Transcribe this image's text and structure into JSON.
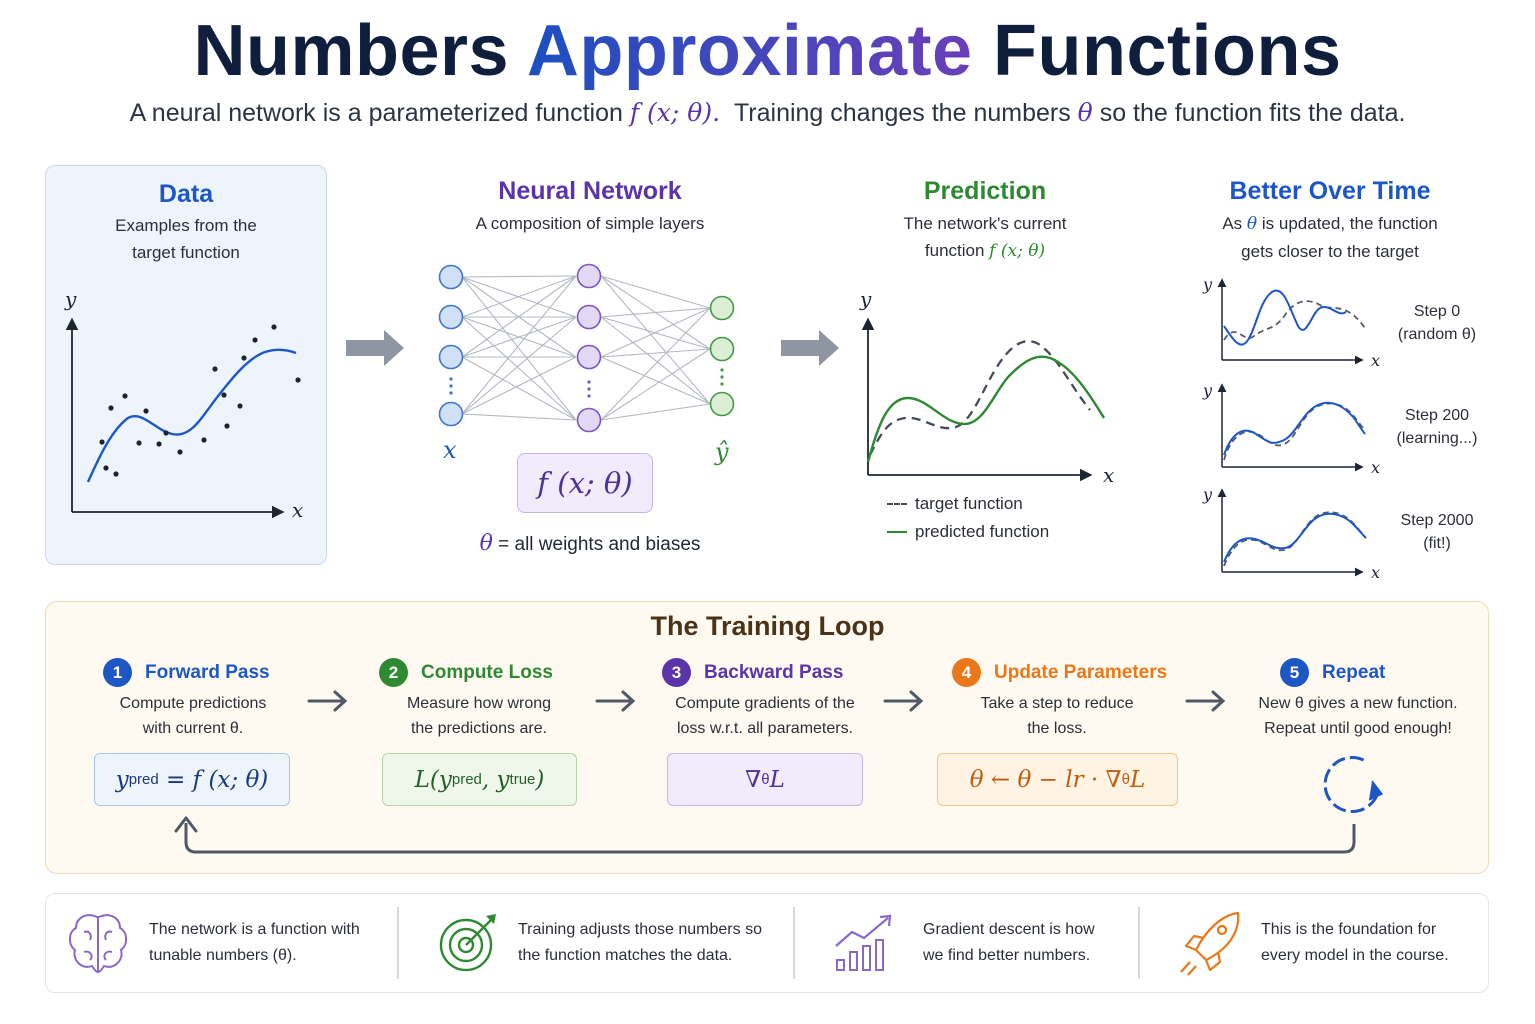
{
  "header": {
    "title_part1": "Numbers",
    "title_part2": "Approximate",
    "title_part3": "Functions",
    "subtitle_a": "A neural network is a parameterized function",
    "subtitle_func": "f (x; θ).",
    "subtitle_b": "Training changes the numbers",
    "subtitle_theta": "θ",
    "subtitle_c": "so the function fits the data."
  },
  "panels": {
    "data": {
      "title": "Data",
      "desc1": "Examples from the",
      "desc2": "target function",
      "x_axis": "x",
      "y_axis": "y"
    },
    "network": {
      "title": "Neural Network",
      "desc": "A composition of simple layers",
      "input_label": "x",
      "output_label": "ŷ",
      "formula": "f (x; θ)",
      "theta_symbol": "θ",
      "theta_eq": "= all weights and biases"
    },
    "prediction": {
      "title": "Prediction",
      "desc1": "The network's current",
      "desc2_a": "function",
      "desc2_func": "f (x; θ)",
      "x_axis": "x",
      "y_axis": "y",
      "legend_target": "target function",
      "legend_pred": "predicted function"
    },
    "better": {
      "title": "Better Over Time",
      "desc1_a": "As",
      "desc1_theta": "θ",
      "desc1_b": "is updated, the function",
      "desc2": "gets closer to the target",
      "x_axis": "x",
      "y_axis": "y",
      "steps": [
        {
          "line1": "Step 0",
          "line2": "(random θ)"
        },
        {
          "line1": "Step 200",
          "line2": "(learning...)"
        },
        {
          "line1": "Step 2000",
          "line2": "(fit!)"
        }
      ]
    }
  },
  "loop": {
    "title": "The Training Loop",
    "steps": [
      {
        "num": "1",
        "title": "Forward Pass",
        "desc1": "Compute predictions",
        "desc2": "with current θ.",
        "color": "#1d57c4"
      },
      {
        "num": "2",
        "title": "Compute Loss",
        "desc1": "Measure how wrong",
        "desc2": "the predictions are.",
        "color": "#2e8a32"
      },
      {
        "num": "3",
        "title": "Backward Pass",
        "desc1": "Compute gradients of the",
        "desc2": "loss w.r.t. all parameters.",
        "color": "#5a34a8"
      },
      {
        "num": "4",
        "title": "Update Parameters",
        "desc1": "Take a step to reduce",
        "desc2": "the loss.",
        "color": "#e8781a"
      },
      {
        "num": "5",
        "title": "Repeat",
        "desc1": "New θ gives a new function.",
        "desc2": "Repeat until good enough!",
        "color": "#1d57c4"
      }
    ],
    "formulas": {
      "forward_y": "y",
      "forward_sub": "pred",
      "forward_rest": " = f (x; θ)",
      "loss_a": "L(y",
      "loss_sub1": "pred",
      "loss_mid": ", y",
      "loss_sub2": "true",
      "loss_end": ")",
      "grad_a": "∇",
      "grad_sub": "θ",
      "grad_b": "L",
      "update_a": "θ ← θ − lr · ∇",
      "update_sub": "θ",
      "update_b": "L"
    }
  },
  "footer": [
    {
      "line1": "The network is a function with",
      "line2": "tunable numbers (θ).",
      "icon": "brain-icon"
    },
    {
      "line1": "Training adjusts those numbers so",
      "line2": "the function matches the data.",
      "icon": "target-icon"
    },
    {
      "line1": "Gradient descent is how",
      "line2": "we find better numbers.",
      "icon": "growth-chart-icon"
    },
    {
      "line1": "This is the foundation for",
      "line2": "every model in the course.",
      "icon": "rocket-icon"
    }
  ],
  "colors": {
    "blue": "#1d57c4",
    "purple": "#5a34a8",
    "green": "#2e8a32",
    "orange": "#e8781a",
    "navy": "#0f1e3d"
  }
}
